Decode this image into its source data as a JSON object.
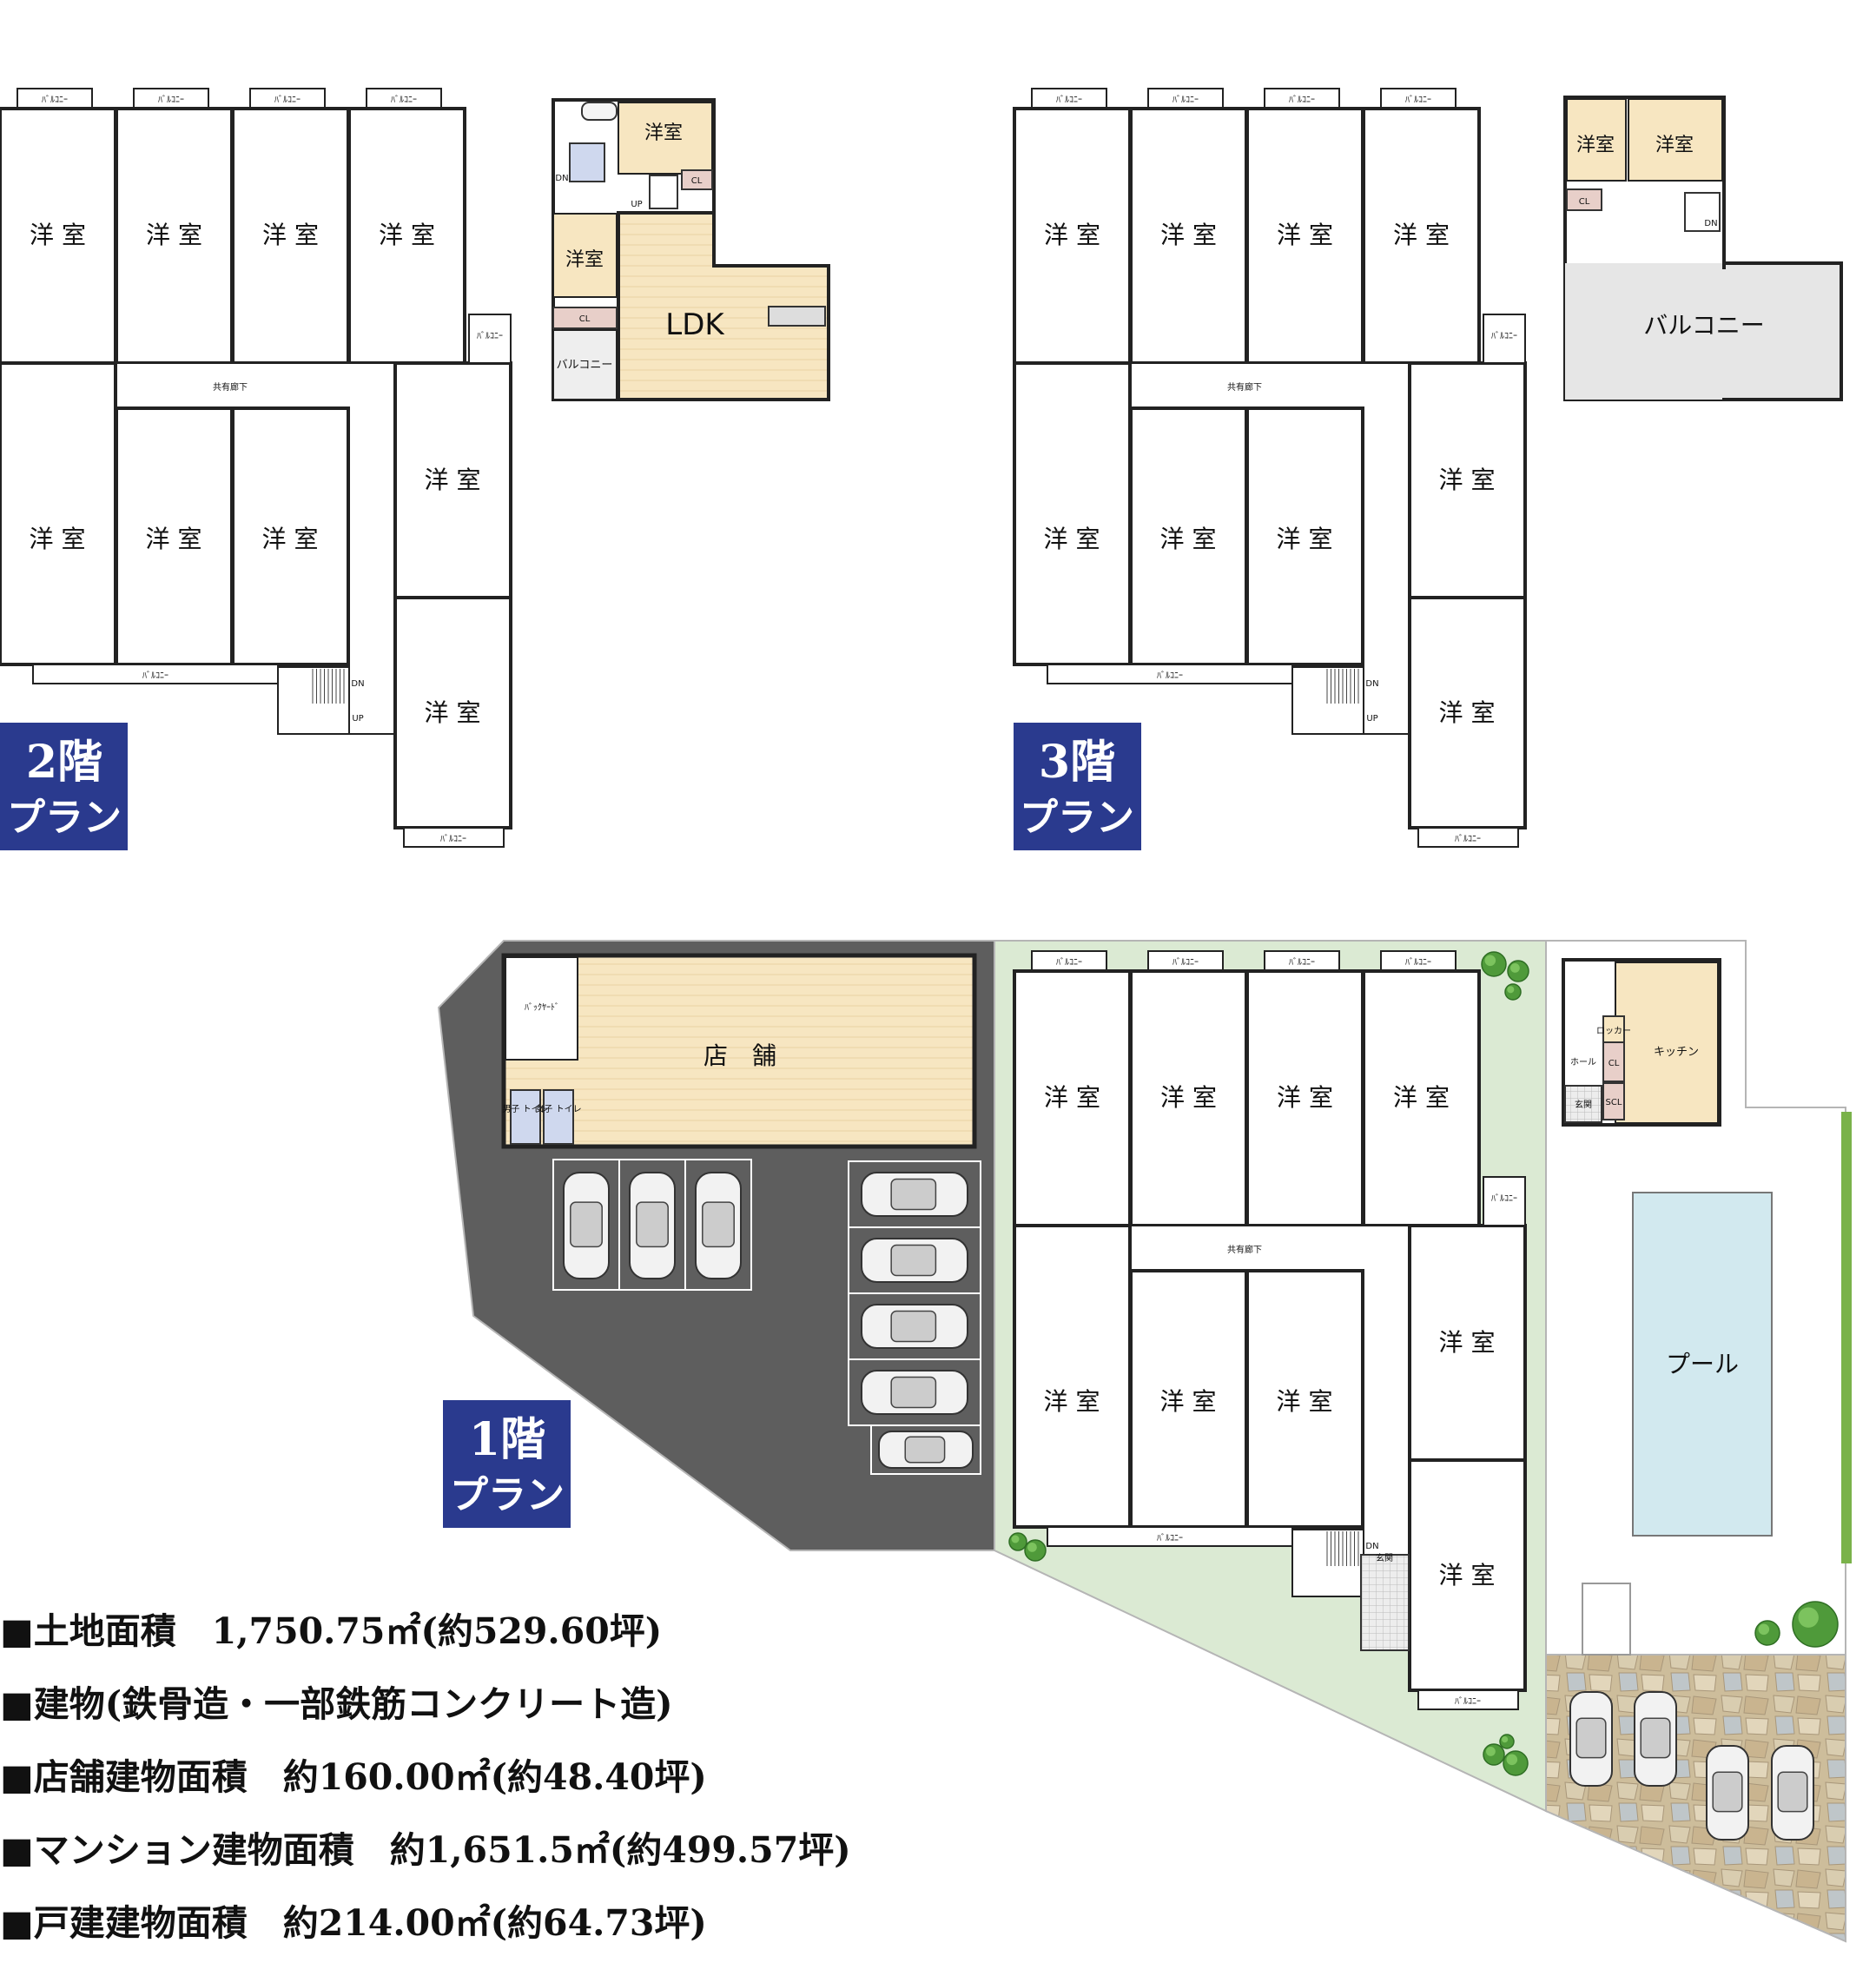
{
  "labels": {
    "room": "洋室",
    "room_spaced": "洋 室",
    "balcony_small": "ﾊﾞﾙｺﾆｰ",
    "balcony": "バルコニー",
    "corridor": "共有廊下",
    "ldk": "LDK",
    "cl": "CL",
    "scl": "SCL",
    "up": "UP",
    "dn": "DN",
    "shop": "店　舗",
    "backyard": "ﾊﾞｯｸﾔｰﾄﾞ",
    "men_toilet": "男子 トイレ",
    "women_toilet": "女子 トイレ",
    "kitchen": "キッチン",
    "hall": "ホール",
    "locker": "ロッカー",
    "entrance": "玄関",
    "pool": "プール"
  },
  "badges": {
    "floor2": {
      "num": "2階",
      "sub": "プラン"
    },
    "floor3": {
      "num": "3階",
      "sub": "プラン"
    },
    "floor1": {
      "num": "1階",
      "sub": "プラン"
    }
  },
  "specs": [
    "■土地面積　1,750.75㎡(約529.60坪)",
    "■建物(鉄骨造・一部鉄筋コンクリート造)",
    "■店舗建物面積　約160.00㎡(約48.40坪)",
    "■マンション建物面積　約1,651.5㎡(約499.57坪)",
    "■戸建建物面積　約214.00㎡(約64.73坪)"
  ],
  "colors": {
    "badge": "#2a3a8e",
    "parking": "#5e5e5e",
    "lawn": "#dbead3",
    "wood": "#f7e6c1",
    "pool": "#d2e9ef",
    "balcony_gray": "#e6e6e6",
    "stone": "#d8c8a8"
  }
}
